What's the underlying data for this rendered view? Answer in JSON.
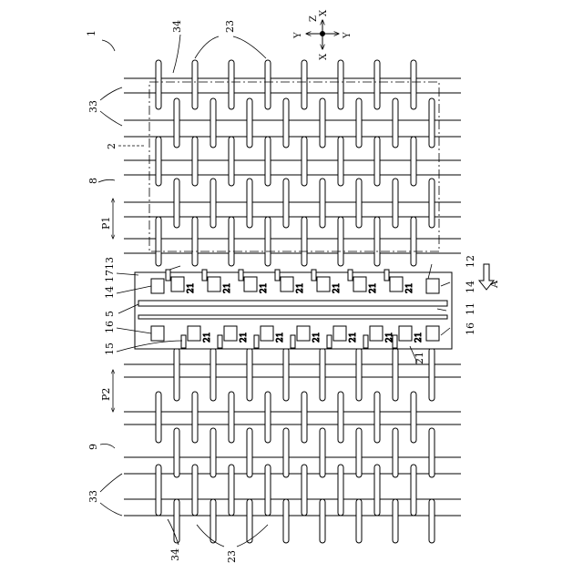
{
  "figure": {
    "ref_device": "1",
    "ref_sheet": "2",
    "ref_upstream": "8",
    "ref_downstream": "9",
    "ref_pipes": "33",
    "ref_fins": "34",
    "ref_fin_group": "23",
    "ref_pitch_upstream": "P1",
    "ref_pitch_downstream": "P2",
    "ref_head": "5",
    "ref_frame": "17",
    "ref_rail": "11",
    "ref_plate": "12",
    "ref_carriage_upper": "13",
    "ref_carriage_lower": "15",
    "ref_end_block": "14",
    "ref_spacer": "16",
    "ref_unit": "21",
    "direction_label": "A",
    "axes": {
      "x": "X",
      "y": "Y",
      "z": "Z"
    }
  }
}
